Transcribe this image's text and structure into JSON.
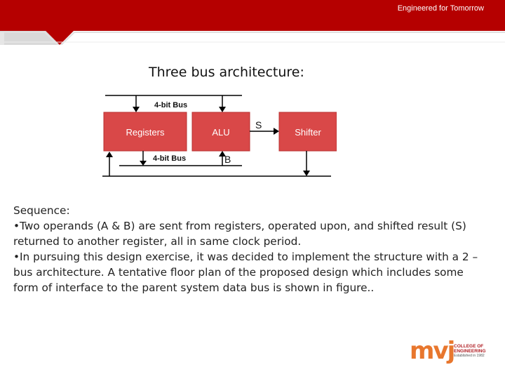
{
  "header": {
    "tagline": "Engineered for Tomorrow",
    "band_color": "#b50000"
  },
  "slide": {
    "title": "Three bus architecture:"
  },
  "diagram": {
    "bus_top_label": "4-bit Bus",
    "bus_bottom_label": "4-bit Bus",
    "registers_label": "Registers",
    "alu_label": "ALU",
    "shifter_label": "Shifter",
    "signal_s": "S",
    "signal_b": "B",
    "block_color": "#d94848"
  },
  "body": {
    "line1": "Sequence:",
    "line2": "•Two operands (A & B) are sent from registers, operated upon, and shifted result (S) returned to another register, all in same clock period.",
    "line3": "•In pursuing this design exercise, it was decided to implement the structure with a 2 – bus architecture. A tentative floor plan of the proposed design which includes some form of interface to the parent system data bus is shown in figure.."
  },
  "logo": {
    "mark": "mvj",
    "line1": "COLLEGE OF",
    "line2": "ENGINEERING",
    "line3": "Established in 1982"
  }
}
